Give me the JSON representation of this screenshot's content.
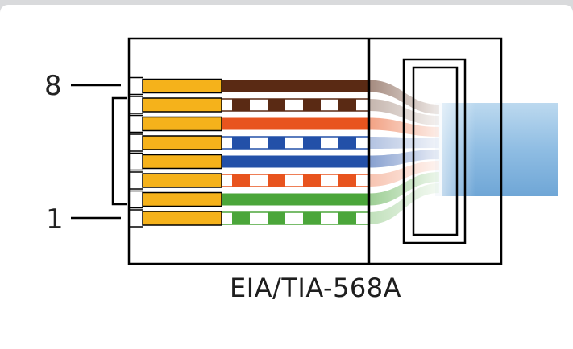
{
  "diagram": {
    "caption": "EIA/TIA-568A",
    "pin_top_label": "8",
    "pin_bottom_label": "1",
    "wires_top_to_bottom": [
      {
        "pin": 8,
        "color": "brown",
        "striped": false,
        "hex": "#5a2a14"
      },
      {
        "pin": 7,
        "color": "brown-white",
        "striped": true,
        "hex": "#5a2a14"
      },
      {
        "pin": 6,
        "color": "orange",
        "striped": false,
        "hex": "#e8541e"
      },
      {
        "pin": 5,
        "color": "blue-white",
        "striped": true,
        "hex": "#2350a8"
      },
      {
        "pin": 4,
        "color": "blue",
        "striped": false,
        "hex": "#2350a8"
      },
      {
        "pin": 3,
        "color": "orange-white",
        "striped": true,
        "hex": "#e8541e"
      },
      {
        "pin": 2,
        "color": "green",
        "striped": false,
        "hex": "#4ba63a"
      },
      {
        "pin": 1,
        "color": "green-white",
        "striped": true,
        "hex": "#4ba63a"
      }
    ],
    "contact_color": "#f5b21b",
    "cable_color": "#7fb3dc"
  }
}
